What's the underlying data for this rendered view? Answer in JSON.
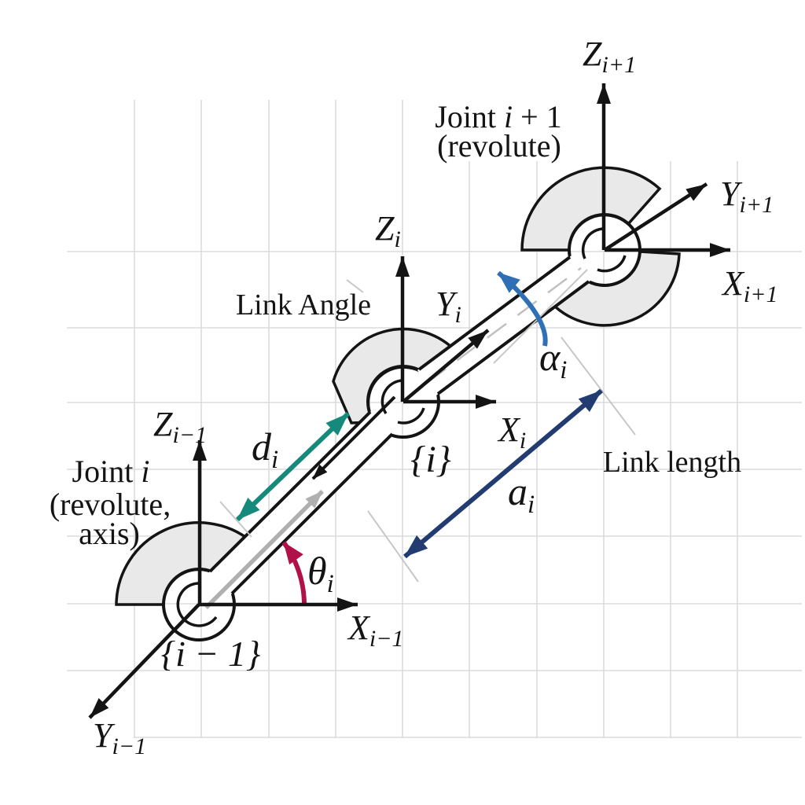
{
  "colors": {
    "teal": "#15897B",
    "crimson": "#B01248",
    "navy": "#223C72",
    "blue": "#2E6FB5",
    "silver": "#B0B0B0",
    "grid": "#DBDBDB",
    "sector_fill": "#E9E9E9",
    "ink": "#141414"
  },
  "frames": {
    "prev": {
      "z": {
        "base": "Z",
        "sub": "i−1"
      },
      "x": {
        "base": "X",
        "sub": "i−1"
      },
      "y": {
        "base": "Y",
        "sub": "i−1"
      },
      "tag": "{i − 1}"
    },
    "cur": {
      "z": {
        "base": "Z",
        "sub": "i"
      },
      "x": {
        "base": "X",
        "sub": "i"
      },
      "y": {
        "base": "Y",
        "sub": "i"
      },
      "tag": "{i}"
    },
    "next": {
      "z": {
        "base": "Z",
        "sub": "i+1"
      },
      "x": {
        "base": "X",
        "sub": "i+1"
      },
      "y": {
        "base": "Y",
        "sub": "i+1"
      }
    }
  },
  "joints": {
    "joint_i": {
      "pre": "Joint ",
      "var": "i",
      "post": "",
      "line2": "(revolute,",
      "line3": "axis)"
    },
    "joint_i_plus_1": {
      "pre": "Joint ",
      "var": "i",
      "post": " + 1",
      "line2": "(revolute)"
    }
  },
  "captions": {
    "link_angle": "Link Angle",
    "link_length": "Link length"
  },
  "parameters": {
    "link_offset": {
      "base": "d",
      "sub": "i"
    },
    "joint_angle": {
      "base": "θ",
      "sub": "i"
    },
    "link_length": {
      "base": "a",
      "sub": "i"
    },
    "link_twist": {
      "base": "α",
      "sub": "i"
    }
  }
}
